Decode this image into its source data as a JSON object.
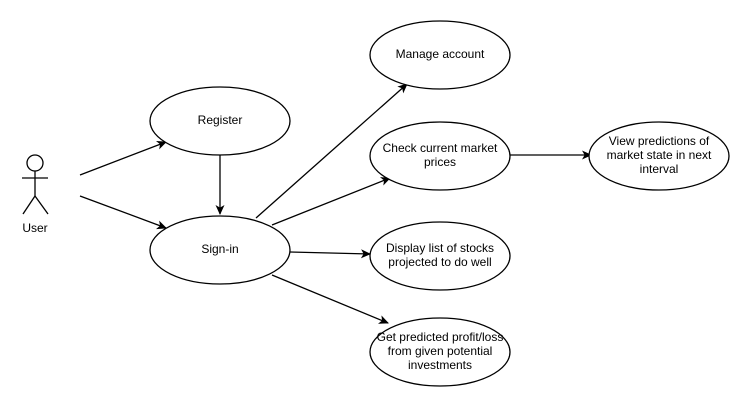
{
  "diagram": {
    "actor": {
      "label": "User"
    },
    "use_cases": {
      "register": {
        "lines": [
          "Register"
        ]
      },
      "signin": {
        "lines": [
          "Sign-in"
        ]
      },
      "manage_account": {
        "lines": [
          "Manage account"
        ]
      },
      "check_prices": {
        "lines": [
          "Check current market",
          "prices"
        ]
      },
      "view_predictions": {
        "lines": [
          "View predictions of",
          "market state in next",
          "interval"
        ]
      },
      "display_stocks": {
        "lines": [
          "Display list of stocks",
          "projected to do well"
        ]
      },
      "predicted_profit": {
        "lines": [
          "Get predicted profit/loss",
          "from given potential",
          "investments"
        ]
      }
    },
    "relations": [
      {
        "from": "actor",
        "to": "register"
      },
      {
        "from": "actor",
        "to": "signin"
      },
      {
        "from": "register",
        "to": "signin"
      },
      {
        "from": "signin",
        "to": "manage_account"
      },
      {
        "from": "signin",
        "to": "check_prices"
      },
      {
        "from": "signin",
        "to": "display_stocks"
      },
      {
        "from": "signin",
        "to": "predicted_profit"
      },
      {
        "from": "check_prices",
        "to": "view_predictions"
      }
    ]
  }
}
